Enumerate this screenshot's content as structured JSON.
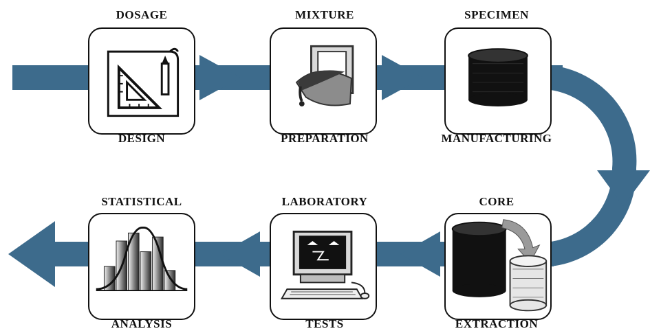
{
  "steps": [
    {
      "top": "DOSAGE",
      "bottom": "DESIGN",
      "icon": "drafting-tools-icon"
    },
    {
      "top": "MIXTURE",
      "bottom": "PREPARATION",
      "icon": "mixer-bowl-icon"
    },
    {
      "top": "SPECIMEN",
      "bottom": "MANUFACTURING",
      "icon": "cylinder-specimen-icon"
    },
    {
      "top": "CORE",
      "bottom": "EXTRACTION",
      "icon": "core-extraction-icon"
    },
    {
      "top": "LABORATORY",
      "bottom": "TESTS",
      "icon": "computer-icon"
    },
    {
      "top": "STATISTICAL",
      "bottom": "ANALYSIS",
      "icon": "histogram-icon"
    }
  ],
  "colors": {
    "arrow": "#3d6b8c",
    "box_border": "#111111",
    "text": "#111111"
  }
}
